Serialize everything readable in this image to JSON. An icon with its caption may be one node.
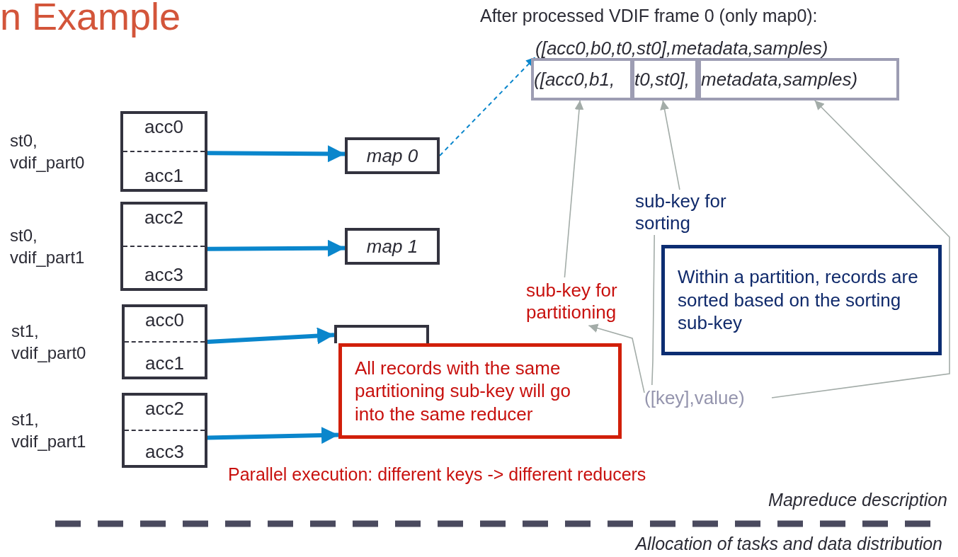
{
  "diagram": {
    "title": "n Example",
    "nodes": [
      {
        "text": [
          "acc0",
          "acc1"
        ],
        "beside": [
          "st0, vdif_part0"
        ]
      },
      {
        "text": [
          "acc2",
          "acc3"
        ],
        "beside": [
          "st0, vdif_part1"
        ]
      },
      {
        "text": [
          "acc0",
          "acc1"
        ],
        "beside": [
          "st1, vdif_part0"
        ]
      },
      {
        "text": [
          "acc2",
          "acc3"
        ],
        "beside": [
          "st1, vdif_part1"
        ]
      },
      {
        "text": [
          "map 0"
        ]
      },
      {
        "text": [
          "map 1"
        ]
      },
      {
        "text": [],
        "shape": "box"
      },
      {
        "text": [
          "([acc0,b0,t0,st0],metadata,samples)"
        ]
      },
      {
        "text": [
          "([acc0,b1,"
        ]
      },
      {
        "text": [
          "t0,st0],"
        ]
      },
      {
        "text": [
          "metadata,samples)"
        ]
      },
      {
        "text": [
          "sub-key for sorting"
        ]
      },
      {
        "text": [
          "sub-key for partitioning"
        ]
      },
      {
        "text": [
          "([key],value)"
        ]
      },
      {
        "text": [
          "All records with the same partitioning sub-key will go into the same reducer"
        ]
      },
      {
        "text": [
          "Within a partition, records are sorted based on the sorting sub-key"
        ]
      }
    ],
    "edges": [
      {
        "from": 0,
        "to": 4,
        "arrow": "to",
        "style": "thick",
        "color": "#0a86cc"
      },
      {
        "from": 1,
        "to": 5,
        "arrow": "to",
        "style": "thick",
        "color": "#0a86cc"
      },
      {
        "from": 2,
        "to": 6,
        "arrow": "to",
        "style": "thick",
        "color": "#0a86cc"
      },
      {
        "from": 3,
        "to": 14,
        "arrow": "to",
        "style": "thick",
        "color": "#0a86cc"
      },
      {
        "from": 4,
        "to": 7,
        "arrow": "to",
        "style": "dashed",
        "color": "#0a86cc"
      },
      {
        "from": 12,
        "to": 8,
        "arrow": "to",
        "color": "#a3aca8"
      },
      {
        "from": 11,
        "to": 9,
        "arrow": "to",
        "color": "#a3aca8"
      },
      {
        "from": 13,
        "to": 10,
        "arrow": "to",
        "color": "#a3aca8"
      },
      {
        "from": 13,
        "to": 12,
        "arrow": "to",
        "color": "#a3aca8"
      },
      {
        "from": 13,
        "to": 11,
        "arrow": "none",
        "color": "#a3aca8"
      }
    ],
    "labels": [
      "After processed VDIF frame 0 (only map0):",
      "Parallel execution: different keys -> different reducers",
      "Mapreduce description",
      "Allocation of tasks and data distribution"
    ]
  }
}
